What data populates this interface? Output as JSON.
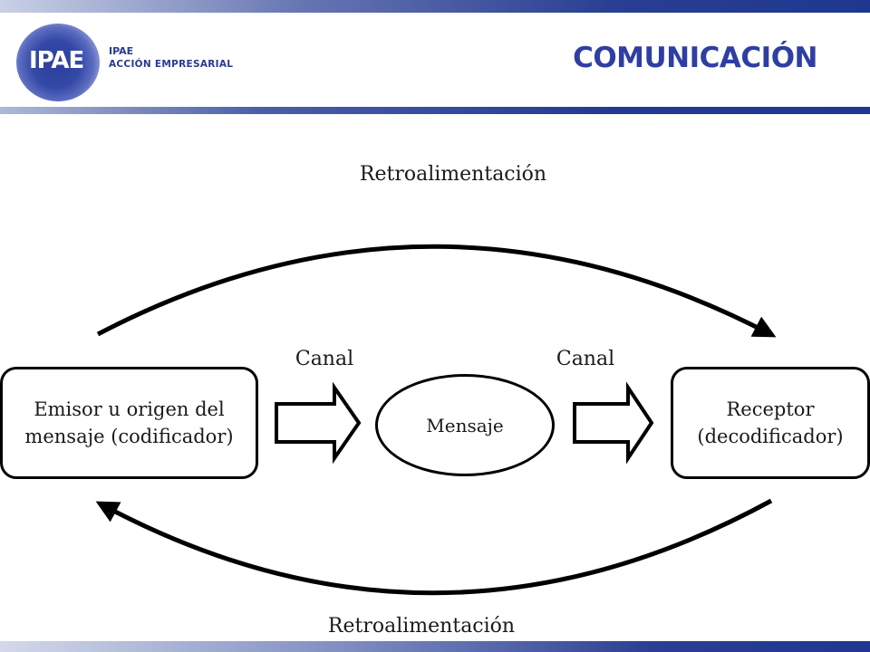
{
  "header": {
    "logo_letters": "IPAE",
    "logo_name": "IPAE",
    "logo_subtitle": "ACCIÓN EMPRESARIAL",
    "title": "COMUNICACIÓN"
  },
  "diagram": {
    "feedback_top": "Retroalimentación",
    "feedback_bottom": "Retroalimentación",
    "channel_left": "Canal",
    "channel_right": "Canal",
    "sender": "Emisor u origen del mensaje (codificador)",
    "message": "Mensaje",
    "receiver": "Receptor (decodificador)"
  },
  "colors": {
    "brand": "#2f3ea3",
    "bar": "#1f3790"
  }
}
